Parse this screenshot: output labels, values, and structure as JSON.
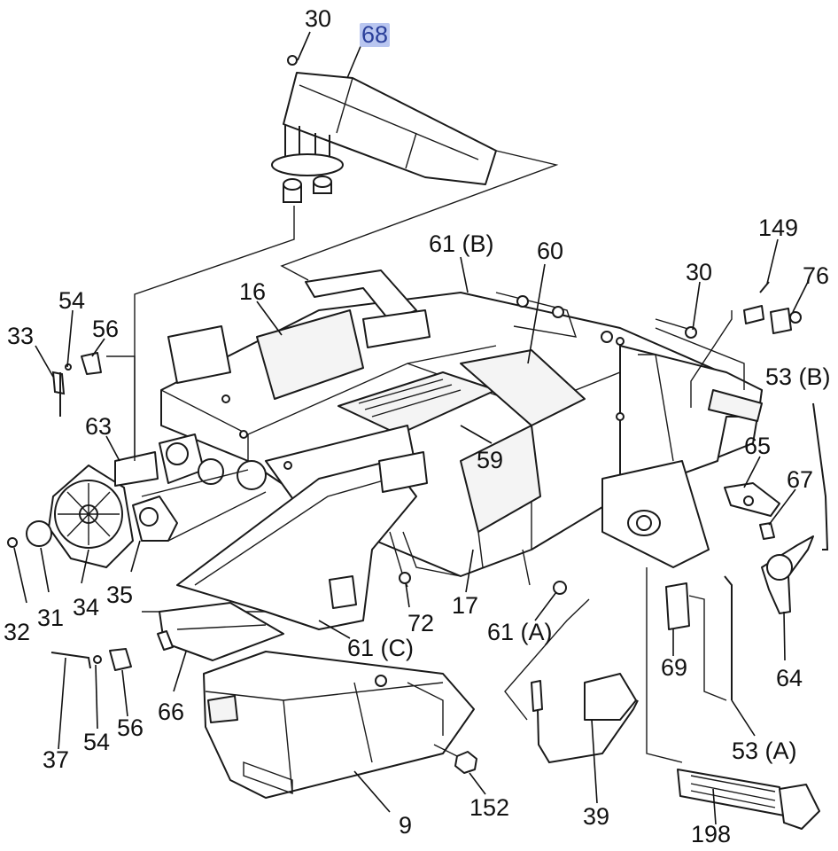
{
  "diagram": {
    "highlight_color": "#b9c6f0",
    "callouts": [
      {
        "id": "c30a",
        "label": "30"
      },
      {
        "id": "c68",
        "label": "68",
        "highlighted": true
      },
      {
        "id": "c61b",
        "label": "61 (B)"
      },
      {
        "id": "c60",
        "label": "60"
      },
      {
        "id": "c149",
        "label": "149"
      },
      {
        "id": "c76",
        "label": "76"
      },
      {
        "id": "c30b",
        "label": "30"
      },
      {
        "id": "c16",
        "label": "16"
      },
      {
        "id": "c54a",
        "label": "54"
      },
      {
        "id": "c33",
        "label": "33"
      },
      {
        "id": "c56a",
        "label": "56"
      },
      {
        "id": "c53b",
        "label": "53 (B)"
      },
      {
        "id": "c63",
        "label": "63"
      },
      {
        "id": "c65",
        "label": "65"
      },
      {
        "id": "c59",
        "label": "59"
      },
      {
        "id": "c67",
        "label": "67"
      },
      {
        "id": "c35",
        "label": "35"
      },
      {
        "id": "c34",
        "label": "34"
      },
      {
        "id": "c31",
        "label": "31"
      },
      {
        "id": "c32",
        "label": "32"
      },
      {
        "id": "c17",
        "label": "17"
      },
      {
        "id": "c72",
        "label": "72"
      },
      {
        "id": "c61a",
        "label": "61 (A)"
      },
      {
        "id": "c61c",
        "label": "61 (C)"
      },
      {
        "id": "c69",
        "label": "69"
      },
      {
        "id": "c64",
        "label": "64"
      },
      {
        "id": "c66",
        "label": "66"
      },
      {
        "id": "c56b",
        "label": "56"
      },
      {
        "id": "c54b",
        "label": "54"
      },
      {
        "id": "c37",
        "label": "37"
      },
      {
        "id": "c53a",
        "label": "53 (A)"
      },
      {
        "id": "c152",
        "label": "152"
      },
      {
        "id": "c39",
        "label": "39"
      },
      {
        "id": "c9",
        "label": "9"
      },
      {
        "id": "c198",
        "label": "198"
      }
    ]
  }
}
